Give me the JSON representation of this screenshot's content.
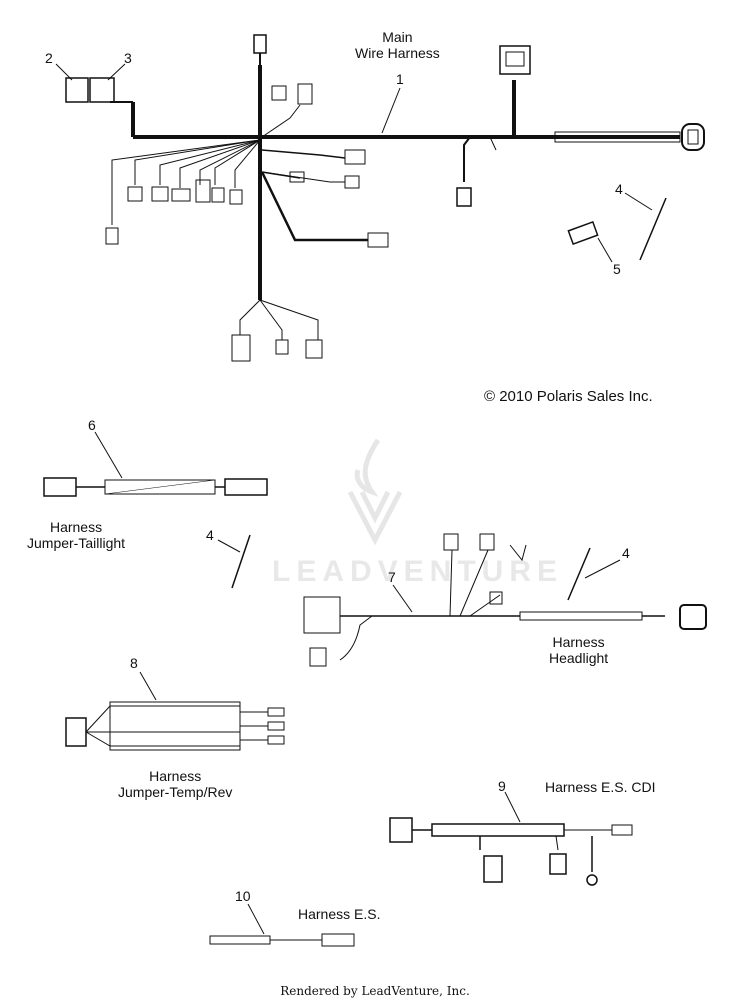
{
  "labels": {
    "main_harness": "Main\nWire Harness",
    "copyright": "© 2010 Polaris Sales Inc.",
    "taillight": "Harness\nJumper-Taillight",
    "headlight": "Harness\nHeadlight",
    "temp_rev": "Harness\nJumper-Temp/Rev",
    "es_cdi": "Harness E.S. CDI",
    "es": "Harness E.S.",
    "footer": "Rendered by LeadVenture, Inc.",
    "watermark": "LEADVENTURE"
  },
  "callouts": {
    "c1": "1",
    "c2": "2",
    "c3": "3",
    "c4a": "4",
    "c5": "5",
    "c6": "6",
    "c4b": "4",
    "c7": "7",
    "c4c": "4",
    "c8": "8",
    "c9": "9",
    "c10": "10"
  }
}
